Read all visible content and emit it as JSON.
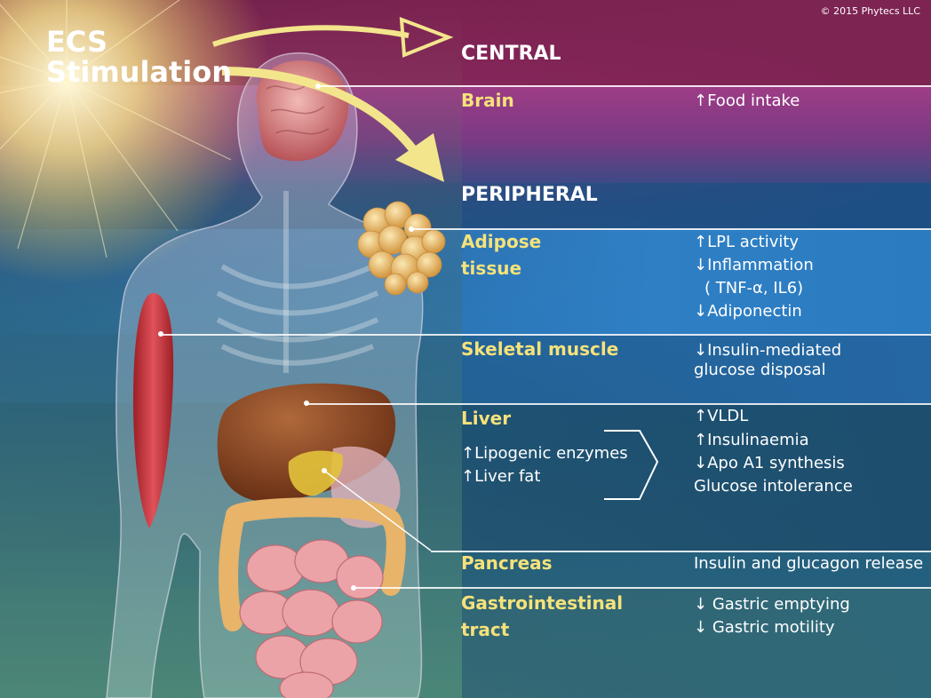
{
  "copyright": "© 2015 Phytecs LLC",
  "title_line1": "ECS",
  "title_line2": "Stimulation",
  "central": "CENTRAL",
  "peripheral": "PERIPHERAL",
  "brain": {
    "label": "Brain",
    "effect": "Food intake"
  },
  "adipose": {
    "label_line1": "Adipose",
    "label_line2": "tissue",
    "effects": [
      "LPL activity",
      "Inflammation",
      "( TNF-α, IL6)",
      "Adiponectin"
    ]
  },
  "muscle": {
    "label": "Skeletal muscle",
    "effect_line1": "Insulin-mediated",
    "effect_line2": "glucose disposal"
  },
  "liver": {
    "label": "Liver",
    "causes": [
      "Lipogenic enzymes",
      "Liver fat"
    ],
    "effects": [
      "VLDL",
      "Insulinaemia",
      "Apo A1 synthesis",
      "Glucose intolerance"
    ]
  },
  "pancreas": {
    "label": "Pancreas",
    "effect": "Insulin and glucagon release"
  },
  "gi": {
    "label_line1": "Gastrointestinal",
    "label_line2": "tract",
    "effects": [
      "Gastric emptying",
      "Gastric motility"
    ]
  },
  "colors": {
    "central_band": "#7a2450",
    "brain_band": "#a03a86",
    "peripheral_band": "#1f4f80",
    "label_yellow": "#f6e27a",
    "arrow_yellow": "#f3e58c"
  }
}
